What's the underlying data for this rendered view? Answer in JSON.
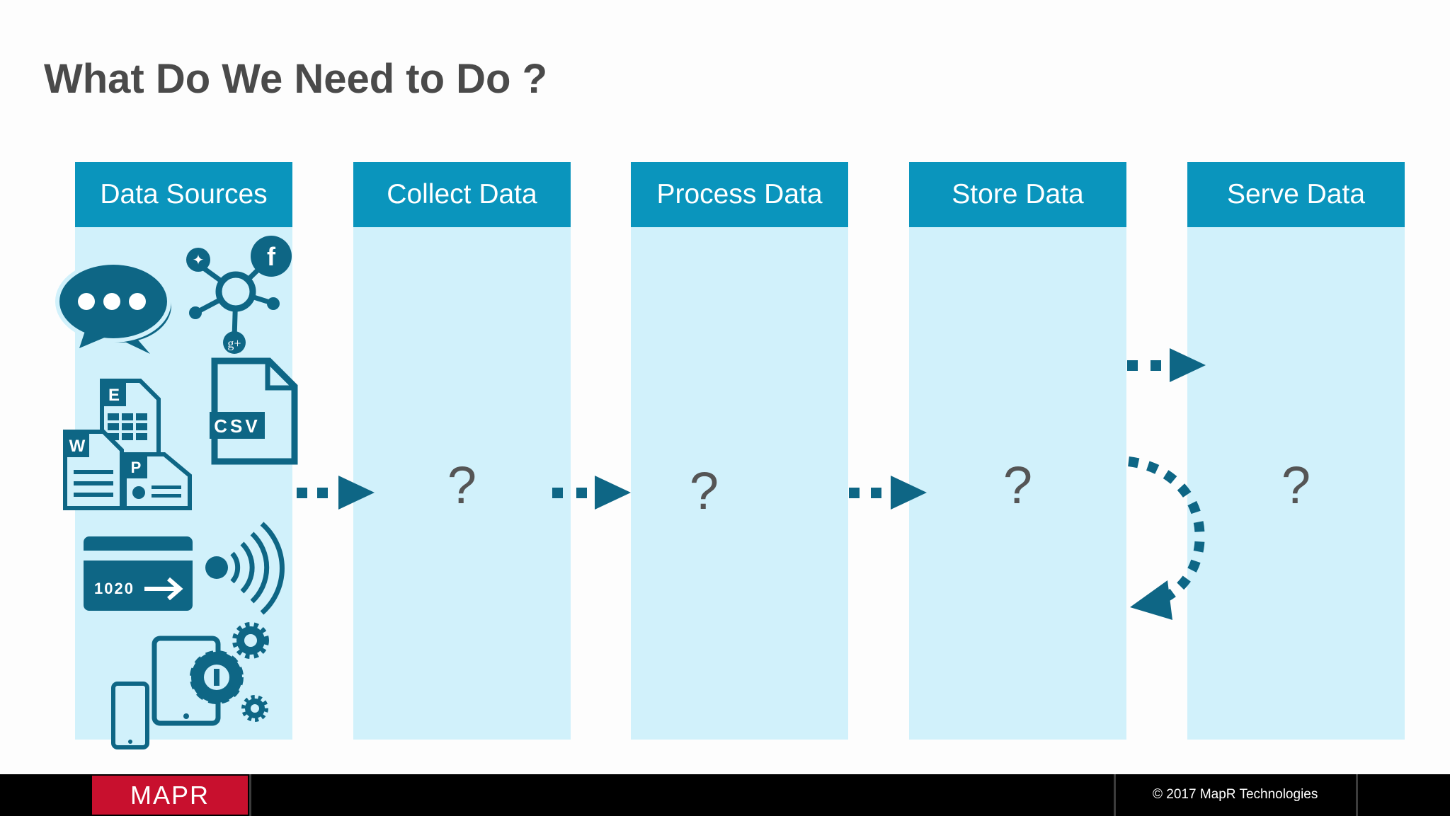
{
  "title": "What Do We Need to Do ?",
  "stages": [
    {
      "label": "Data Sources"
    },
    {
      "label": "Collect Data",
      "placeholder": "?"
    },
    {
      "label": "Process Data",
      "placeholder": "?"
    },
    {
      "label": "Store Data",
      "placeholder": "?"
    },
    {
      "label": "Serve Data",
      "placeholder": "?"
    }
  ],
  "icons": {
    "file_doc_letters": [
      "E",
      "W",
      "P"
    ],
    "csv_label": "CSV",
    "card_number": "1020"
  },
  "footer": {
    "logo": "MAPR",
    "copyright": "© 2017 MapR Technologies"
  },
  "colors": {
    "header": "#0a95bd",
    "column": "#d1f1fb",
    "icon": "#0e6685",
    "logo_bg": "#c8102e"
  }
}
